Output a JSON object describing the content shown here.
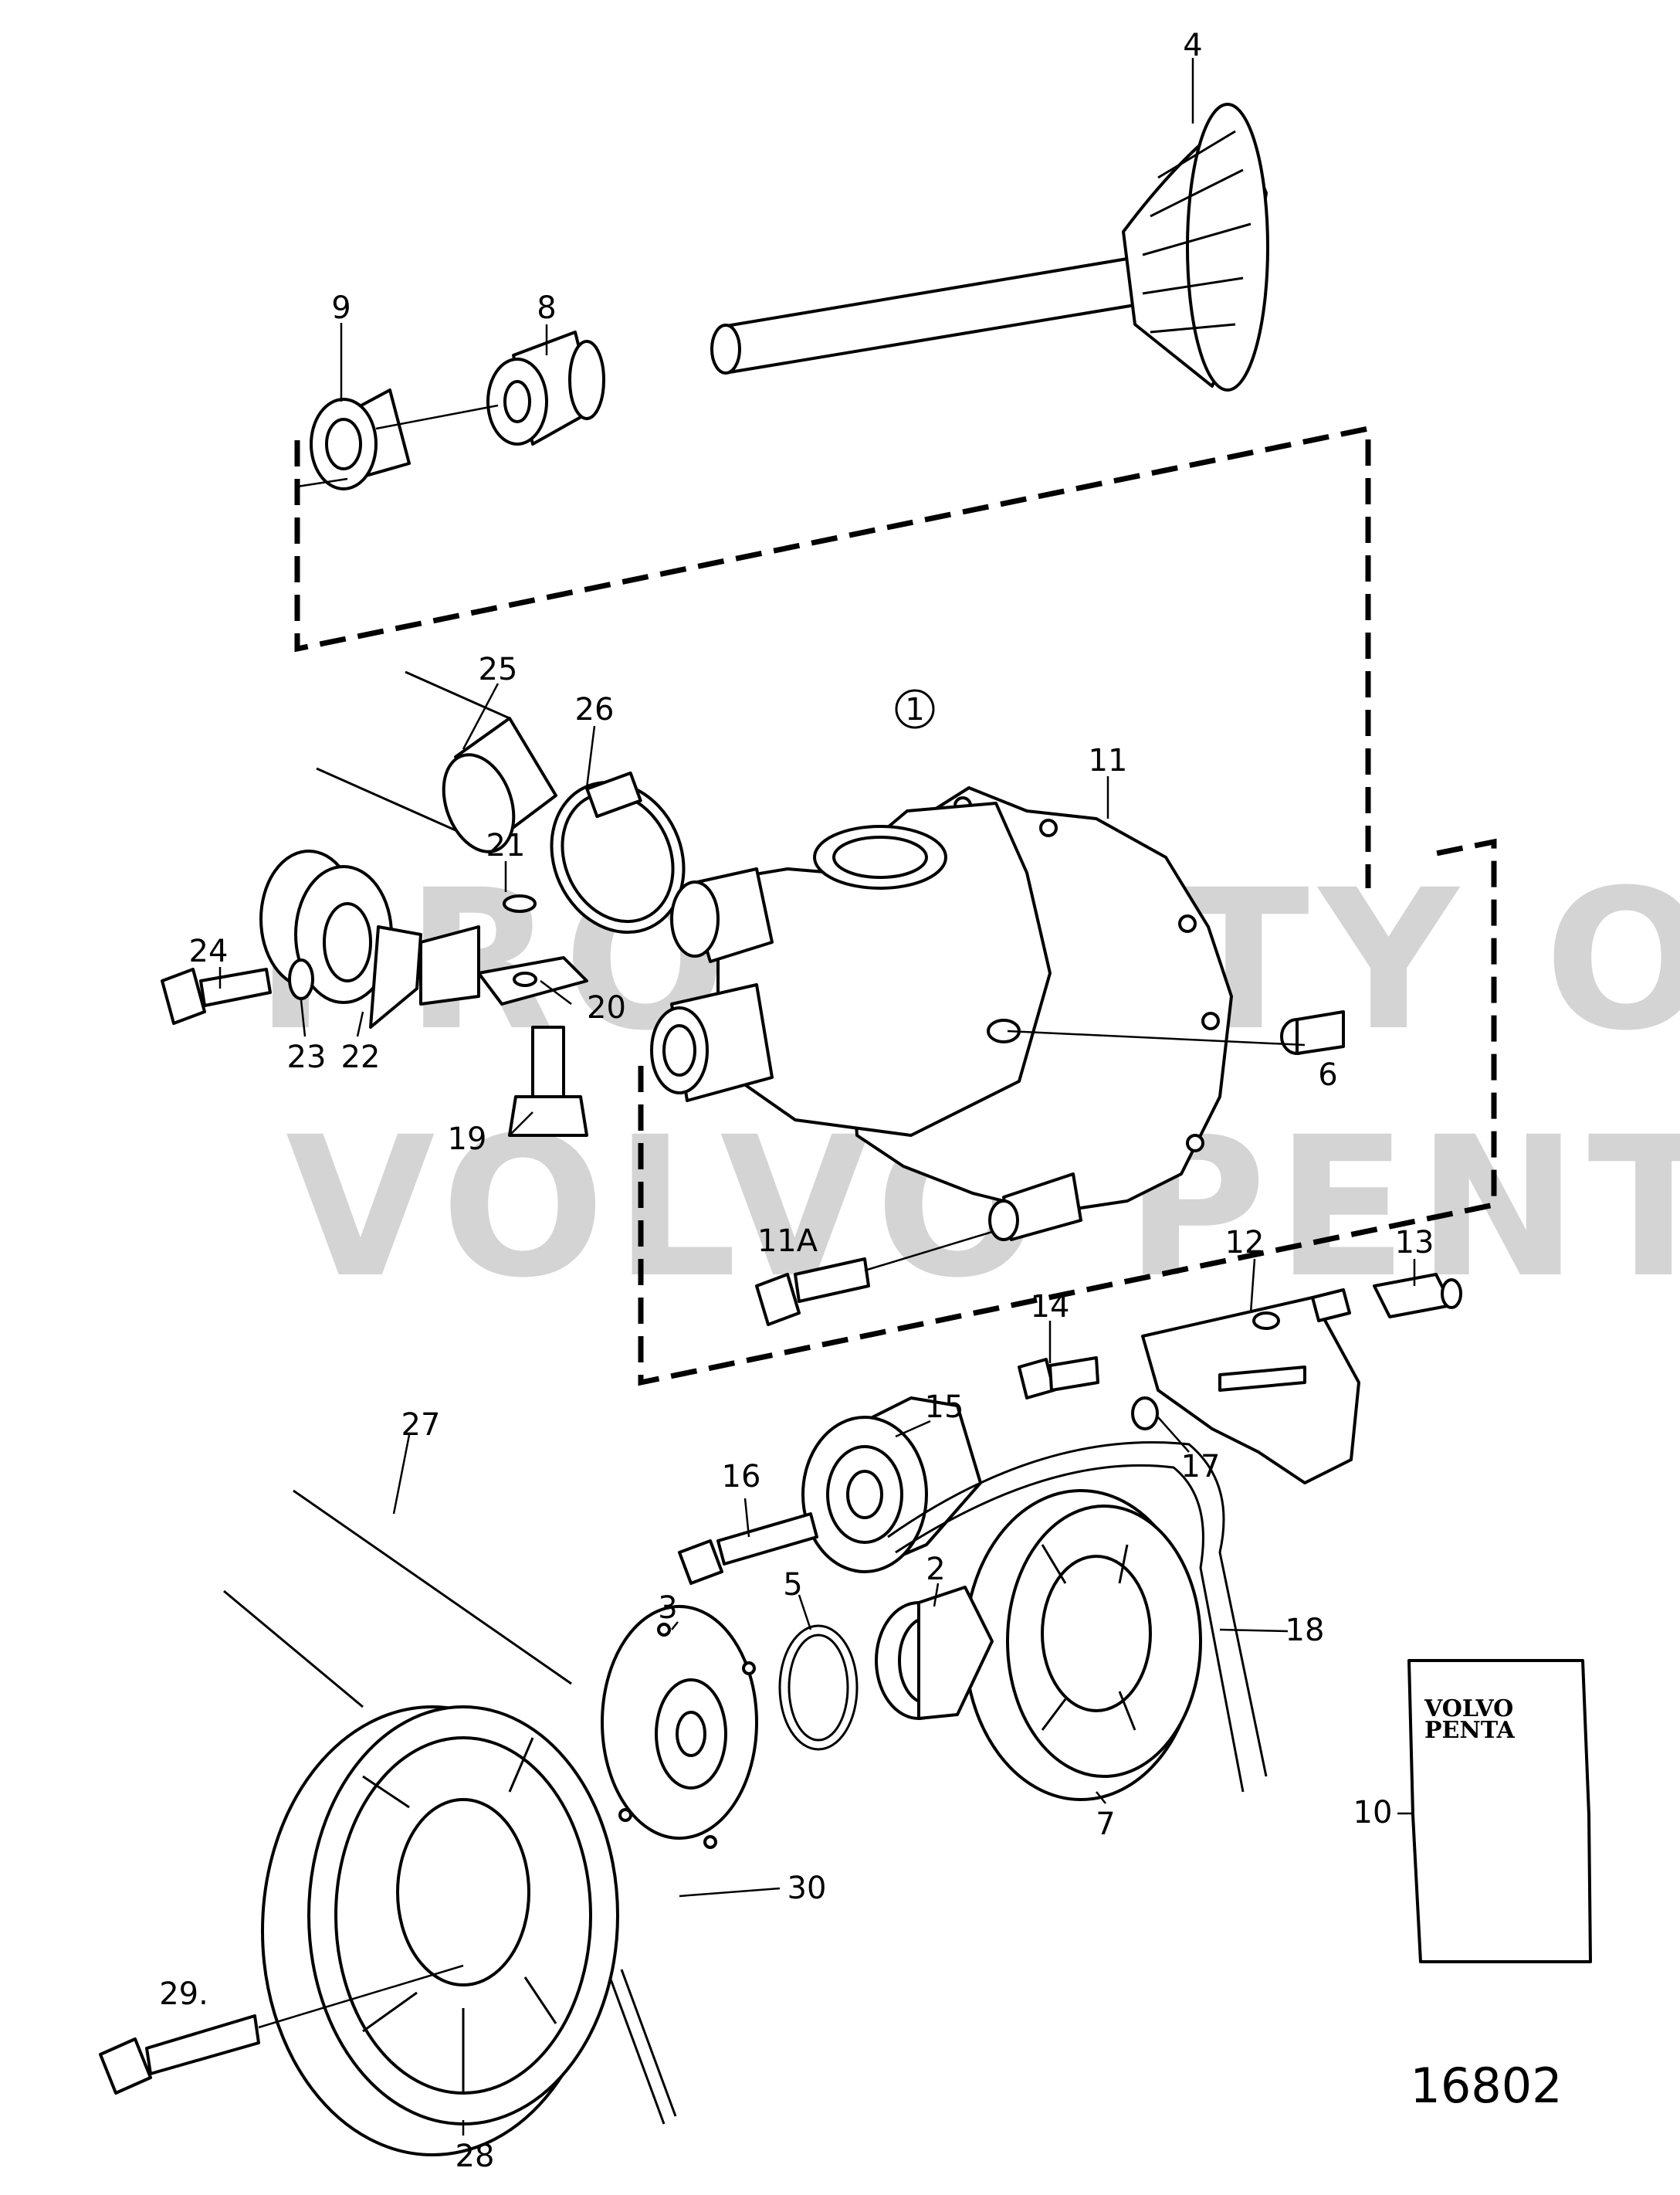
{
  "diagram": {
    "figure_number": "16802",
    "assembly_marker": "1",
    "watermark_lines": [
      "PROPERTY OF",
      "VOLVO PENTA"
    ],
    "kit_label": [
      "VOLVO",
      "PENTA"
    ],
    "callouts": {
      "p2": "2",
      "p3": "3",
      "p4": "4",
      "p5": "5",
      "p6": "6",
      "p7": "7",
      "p8": "8",
      "p9": "9",
      "p10": "10",
      "p11": "11",
      "p11a": "11A",
      "p12": "12",
      "p13": "13",
      "p14": "14",
      "p15": "15",
      "p16": "16",
      "p17": "17",
      "p18": "18",
      "p19": "19",
      "p20": "20",
      "p21": "21",
      "p22": "22",
      "p23": "23",
      "p24": "24",
      "p25": "25",
      "p26": "26",
      "p27": "27",
      "p28": "28",
      "p29": "29.",
      "p30": "30"
    }
  }
}
